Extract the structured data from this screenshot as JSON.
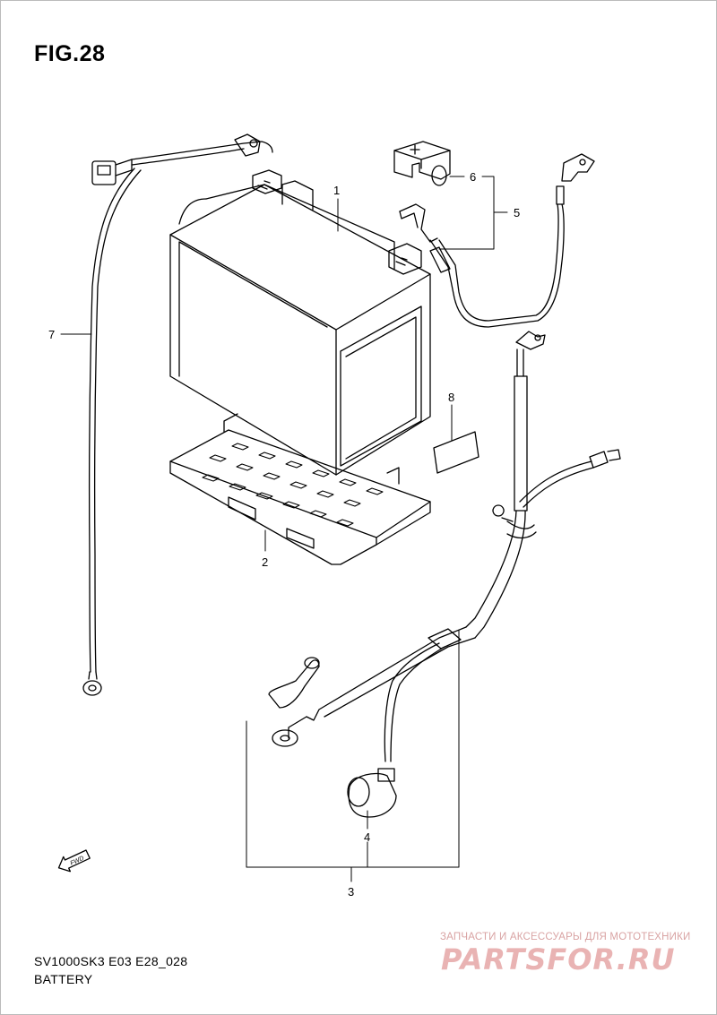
{
  "figure": {
    "title": "FIG.28"
  },
  "callouts": {
    "c1": "1",
    "c2": "2",
    "c3": "3",
    "c4": "4",
    "c5": "5",
    "c6": "6",
    "c7": "7",
    "c8": "8"
  },
  "fwd_marker": "FWD",
  "footer": {
    "code": "SV1000SK3 E03 E28_028",
    "caption": "BATTERY"
  },
  "watermark": {
    "tagline": "ЗАПЧАСТИ И АКСЕССУАРЫ ДЛЯ МОТОТЕХНИКИ",
    "logo": "PARTSFOR.RU"
  },
  "colors": {
    "line": "#000000",
    "watermark": "#e9b3b3"
  }
}
